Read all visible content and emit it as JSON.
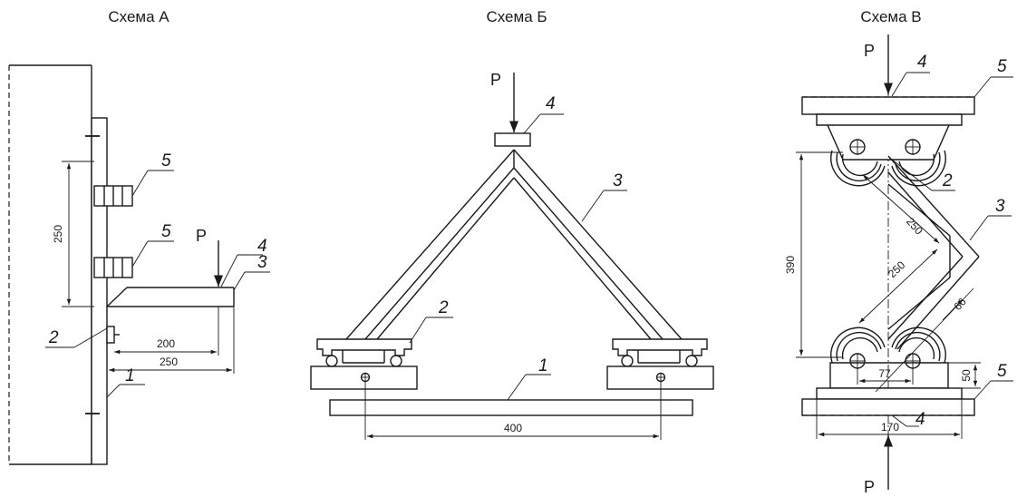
{
  "titles": {
    "a": "Схема А",
    "b": "Схема Б",
    "v": "Схема В"
  },
  "force_label": "P",
  "part_labels": {
    "p1": "1",
    "p2": "2",
    "p3": "3",
    "p4": "4",
    "p5": "5"
  },
  "scheme_a": {
    "dim_height": "250",
    "dim_arm_200": "200",
    "dim_arm_250": "250"
  },
  "scheme_b": {
    "dim_span": "400"
  },
  "scheme_v": {
    "dim_total": "390",
    "dim_diag_upper": "250",
    "dim_diag_lower": "250",
    "dim_diag_small": "66",
    "dim_rollers": "77",
    "dim_gap": "50",
    "dim_plate": "170"
  },
  "colors": {
    "ink": "#1a1a1a",
    "paper": "#ffffff"
  }
}
